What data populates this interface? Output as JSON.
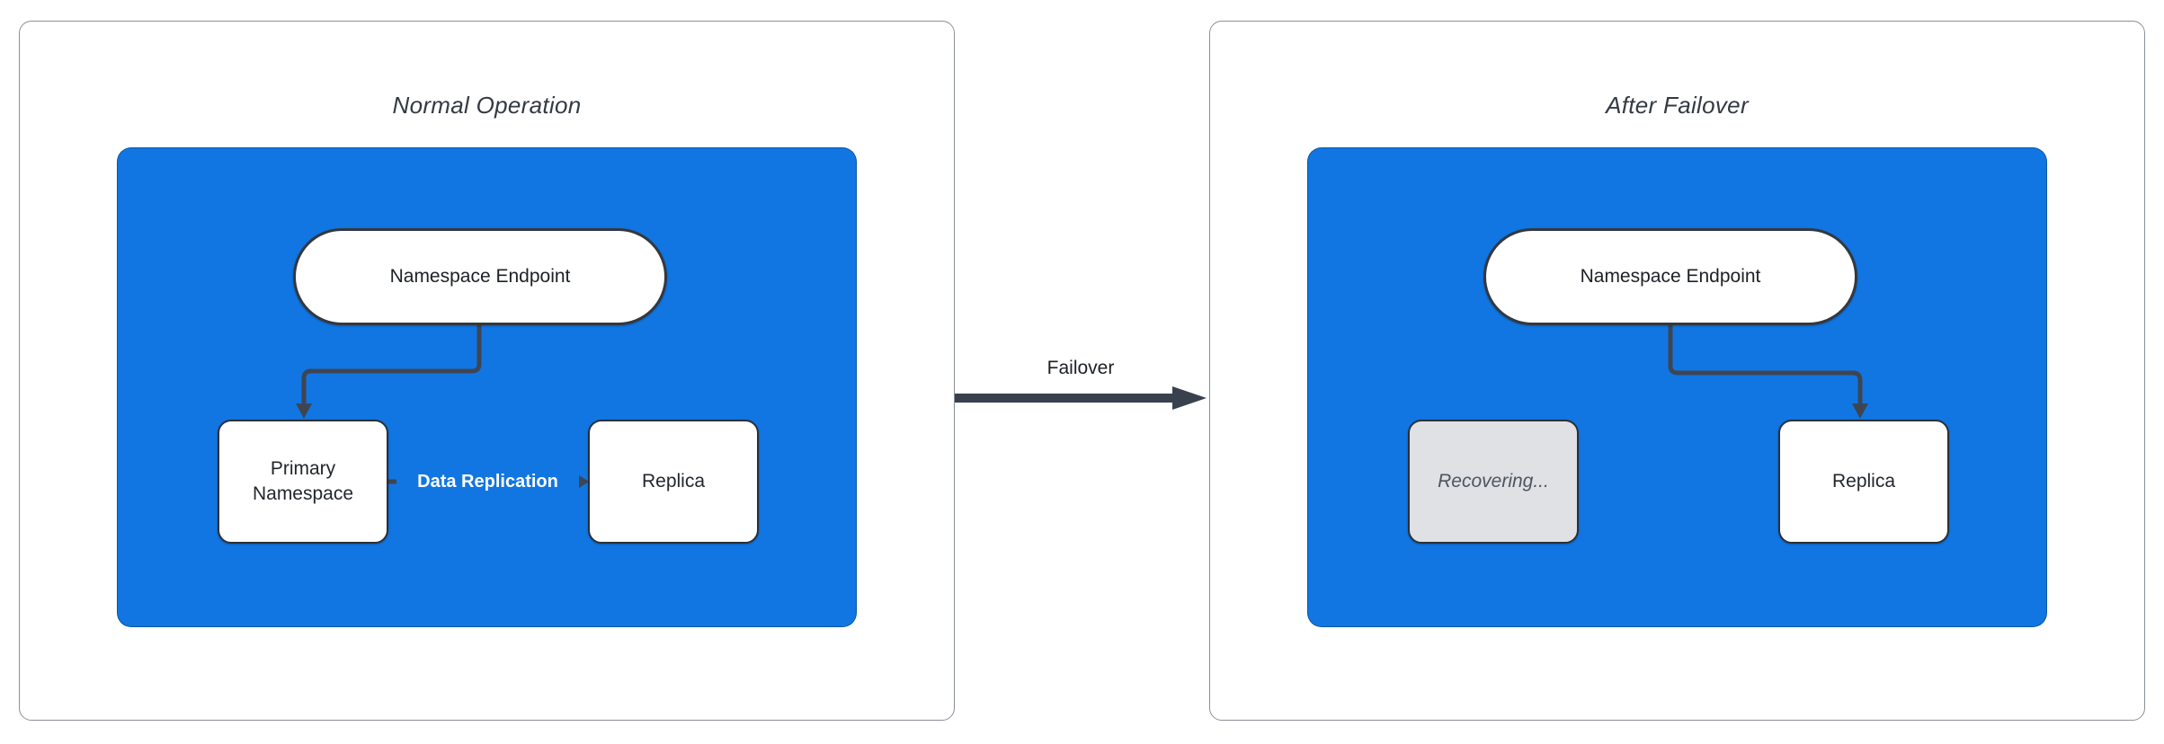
{
  "panels": {
    "normal": {
      "title": "Normal Operation",
      "endpoint": "Namespace Endpoint",
      "primary": "Primary Namespace",
      "replica": "Replica",
      "replication": "Data Replication"
    },
    "failover": {
      "title": "After Failover",
      "endpoint": "Namespace Endpoint",
      "recovering": "Recovering...",
      "replica": "Replica"
    }
  },
  "transition": {
    "label": "Failover"
  },
  "colors": {
    "cluster_blue": "#1176e2",
    "connector": "#3e4552",
    "failover_arrow": "#39414e",
    "node_border": "#2b3036",
    "recovering_fill": "#dfe1e4",
    "recovering_text": "#4d5560",
    "panel_border": "#8a9097",
    "replication_text": "#ffffff"
  }
}
